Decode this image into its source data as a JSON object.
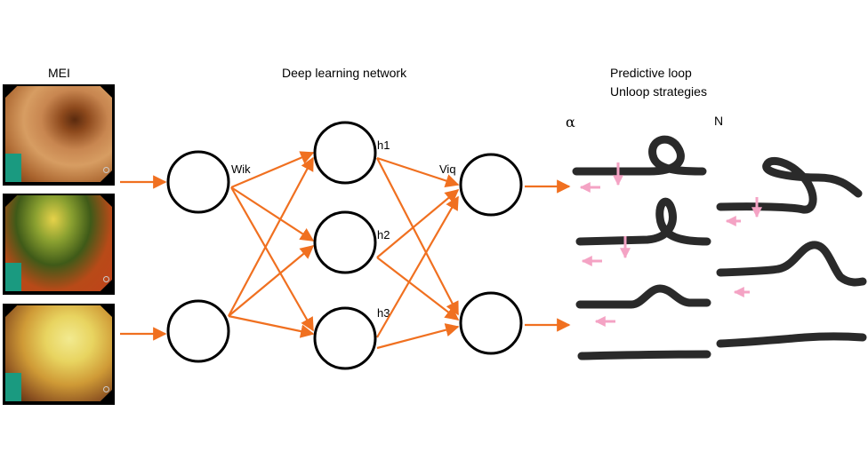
{
  "labels": {
    "mei": "MEI",
    "network": "Deep learning network",
    "loop_line1": "Predictive loop",
    "loop_line2": "Unloop strategies",
    "alpha": "α",
    "n": "N",
    "wik": "Wik",
    "viq": "Viq",
    "h1": "h1",
    "h2": "h2",
    "h3": "h3"
  },
  "images": [
    {
      "name": "endoscopic-image-1",
      "tone": "tissue"
    },
    {
      "name": "endoscopic-image-2",
      "tone": "green-red"
    },
    {
      "name": "endoscopic-image-3",
      "tone": "yellow"
    }
  ],
  "colors": {
    "arrow": "#f07020",
    "node_stroke": "#000000",
    "scope": "#2a2a2a",
    "hint_arrow": "#f4a3c4",
    "frame_tag": "#1a9a80"
  },
  "network": {
    "input_nodes": 2,
    "hidden_nodes": 3,
    "output_nodes": 2
  }
}
